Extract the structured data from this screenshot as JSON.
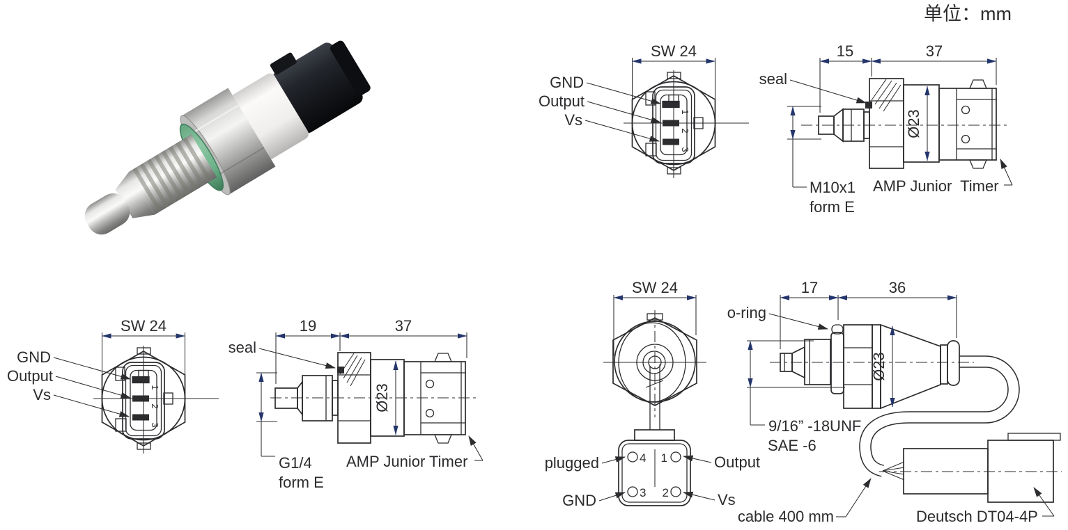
{
  "unit_label": "单位：mm",
  "colors": {
    "ink": "#2c2b2e",
    "dim_arrow": "#23356b",
    "seal_green": "#7ab894",
    "connector_black": "#17191d",
    "metal_silver": "#c9c9c7"
  },
  "photo": {
    "description": "pressure-temperature sensor with threaded probe, green seal, hex nut, white band and black AMP connector"
  },
  "face_pin_numbers": {
    "p1": "1",
    "p2": "2",
    "p3": "3"
  },
  "views": {
    "amp_m10_face": {
      "dim_across_flats": "SW 24",
      "pin_labels": {
        "gnd": "GND",
        "output": "Output",
        "vs": "Vs"
      }
    },
    "amp_m10_side": {
      "dim_port_length": "15",
      "dim_body_length": "37",
      "dim_diameter": "Ø23",
      "seal_label": "seal",
      "thread_line1": "M10x1",
      "thread_line2": "form E",
      "connector_label": "AMP Junior  Timer"
    },
    "amp_g14_face": {
      "dim_across_flats": "SW 24",
      "pin_labels": {
        "gnd": "GND",
        "output": "Output",
        "vs": "Vs"
      }
    },
    "amp_g14_side": {
      "dim_port_length": "19",
      "dim_body_length": "37",
      "dim_diameter": "Ø23",
      "seal_label": "seal",
      "thread_line1": "G1/4",
      "thread_line2": "form E",
      "connector_label": "AMP Junior Timer"
    },
    "deutsch_face": {
      "dim_across_flats": "SW 24",
      "pins": {
        "p4": "4",
        "p1": "1",
        "p3": "3",
        "p2": "2"
      },
      "labels": {
        "plugged": "plugged",
        "output": "Output",
        "gnd": "GND",
        "vs": "Vs"
      }
    },
    "deutsch_side": {
      "dim_port_length": "17",
      "dim_body_length": "36",
      "dim_diameter": "Ø23",
      "oring_label": "o-ring",
      "thread_line1": "9/16” -18UNF",
      "thread_line2": "SAE -6",
      "cable_label": "cable 400 mm",
      "connector_label": "Deutsch DT04-4P"
    }
  }
}
